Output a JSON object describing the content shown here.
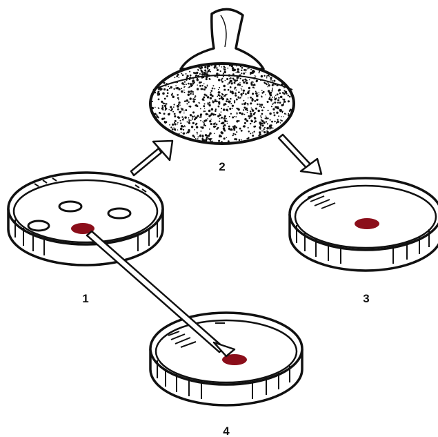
{
  "labels": {
    "plate_1": "1",
    "velvet_stamp": "2",
    "plate_3": "3",
    "plate_4": "4"
  },
  "colors": {
    "ink": "#111111",
    "colony_mark": "#8b0e1a",
    "background": "#ffffff"
  }
}
